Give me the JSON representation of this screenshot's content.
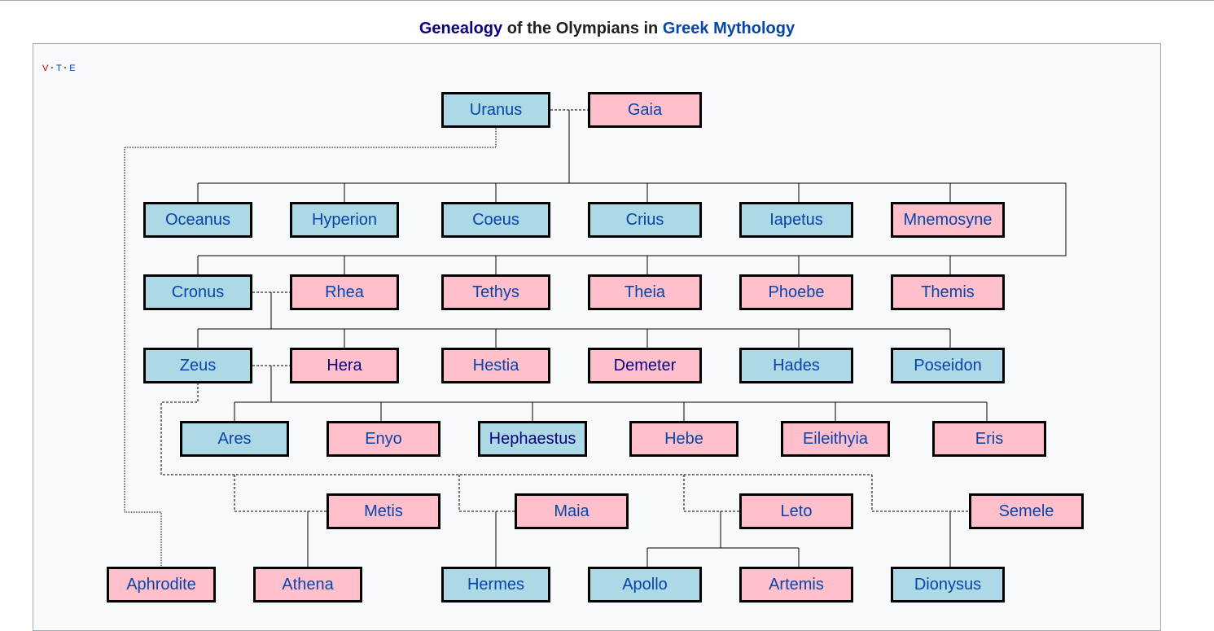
{
  "title": {
    "part1": "Genealogy",
    "part2": " of the Olympians in ",
    "part3": "Greek Mythology"
  },
  "navbox": {
    "v": "V",
    "t": "T",
    "e": "E"
  },
  "legend_colors": {
    "male": "#add8e6",
    "female": "#ffc0cb"
  },
  "nodes": {
    "uranus": {
      "label": "Uranus",
      "sex": "male"
    },
    "gaia": {
      "label": "Gaia",
      "sex": "female"
    },
    "oceanus": {
      "label": "Oceanus",
      "sex": "male"
    },
    "hyperion": {
      "label": "Hyperion",
      "sex": "male"
    },
    "coeus": {
      "label": "Coeus",
      "sex": "male"
    },
    "crius": {
      "label": "Crius",
      "sex": "male"
    },
    "iapetus": {
      "label": "Iapetus",
      "sex": "male"
    },
    "mnemosyne": {
      "label": "Mnemosyne",
      "sex": "female"
    },
    "cronus": {
      "label": "Cronus",
      "sex": "male"
    },
    "rhea": {
      "label": "Rhea",
      "sex": "female"
    },
    "tethys": {
      "label": "Tethys",
      "sex": "female"
    },
    "theia": {
      "label": "Theia",
      "sex": "female"
    },
    "phoebe": {
      "label": "Phoebe",
      "sex": "female"
    },
    "themis": {
      "label": "Themis",
      "sex": "female"
    },
    "zeus": {
      "label": "Zeus",
      "sex": "male"
    },
    "hera": {
      "label": "Hera",
      "sex": "female"
    },
    "hestia": {
      "label": "Hestia",
      "sex": "female"
    },
    "demeter": {
      "label": "Demeter",
      "sex": "female"
    },
    "hades": {
      "label": "Hades",
      "sex": "male"
    },
    "poseidon": {
      "label": "Poseidon",
      "sex": "male"
    },
    "ares": {
      "label": "Ares",
      "sex": "male"
    },
    "enyo": {
      "label": "Enyo",
      "sex": "female"
    },
    "hephaestus": {
      "label": "Hephaestus",
      "sex": "male"
    },
    "hebe": {
      "label": "Hebe",
      "sex": "female"
    },
    "eileithyia": {
      "label": "Eileithyia",
      "sex": "female"
    },
    "eris": {
      "label": "Eris",
      "sex": "female"
    },
    "metis": {
      "label": "Metis",
      "sex": "female"
    },
    "maia": {
      "label": "Maia",
      "sex": "female"
    },
    "leto": {
      "label": "Leto",
      "sex": "female"
    },
    "semele": {
      "label": "Semele",
      "sex": "female"
    },
    "aphrodite": {
      "label": "Aphrodite",
      "sex": "female"
    },
    "athena": {
      "label": "Athena",
      "sex": "female"
    },
    "hermes": {
      "label": "Hermes",
      "sex": "male"
    },
    "apollo": {
      "label": "Apollo",
      "sex": "male"
    },
    "artemis": {
      "label": "Artemis",
      "sex": "female"
    },
    "dionysus": {
      "label": "Dionysus",
      "sex": "male"
    }
  }
}
